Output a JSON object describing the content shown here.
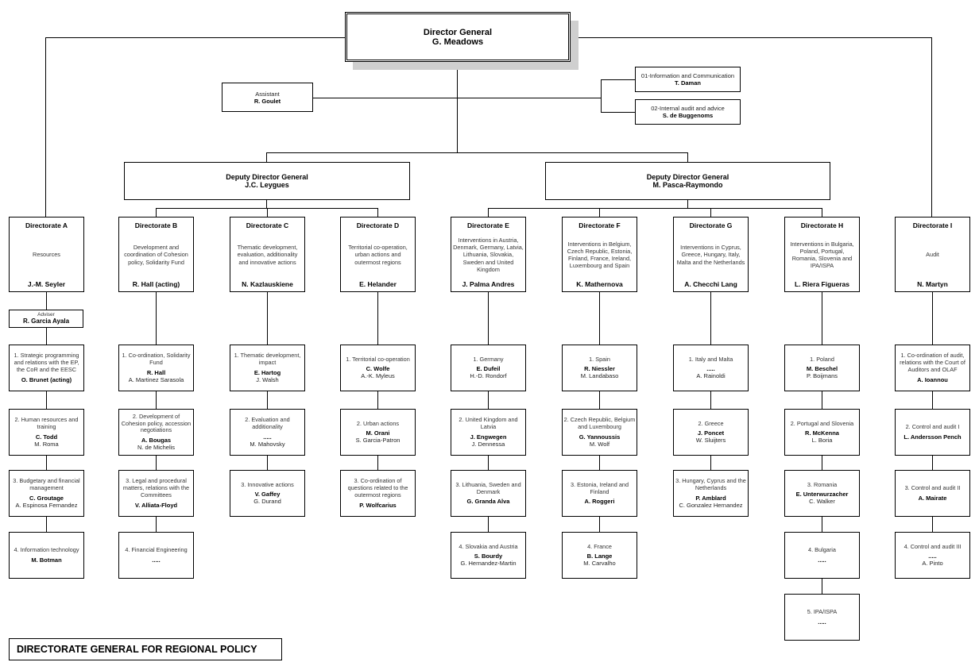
{
  "director_general": {
    "title": "Director General",
    "name": "G. Meadows"
  },
  "assistant": {
    "title": "Assistant",
    "name": "R. Goulet"
  },
  "staff_units": [
    {
      "title": "01-Information and Communication",
      "name": "T. Daman"
    },
    {
      "title": "02-Internal audit and advice",
      "name": "S. de Buggenoms"
    }
  ],
  "deputies": [
    {
      "title": "Deputy Director General",
      "name": "J.C. Leygues"
    },
    {
      "title": "Deputy Director General",
      "name": "M. Pasca-Raymondo"
    }
  ],
  "adviser": {
    "title": "Adviser",
    "name": "R. Garcia Ayala"
  },
  "directorates": [
    {
      "id": "A",
      "name": "Directorate A",
      "description": "Resources",
      "head": "J.-M. Seyler",
      "units": [
        {
          "title": "1. Strategic programming and relations with the EP, the CoR and the EESC",
          "head": "O. Brunet (acting)",
          "deputy": ""
        },
        {
          "title": "2. Human resources and training",
          "head": "C. Todd",
          "deputy": "M. Roma"
        },
        {
          "title": "3. Budgetary and financial management",
          "head": "C. Groutage",
          "deputy": "A. Espinosa Fernandez"
        },
        {
          "title": "4. Information technology",
          "head": "M. Botman",
          "deputy": ""
        }
      ]
    },
    {
      "id": "B",
      "name": "Directorate B",
      "description": "Development and coordination of Cohesion policy, Solidarity Fund",
      "head": "R. Hall (acting)",
      "units": [
        {
          "title": "1. Co-ordination, Solidarity Fund",
          "head": "R. Hall",
          "deputy": "A. Martinez Sarasola"
        },
        {
          "title": "2. Development of Cohesion policy, accession negotiations",
          "head": "A. Bougas",
          "deputy": "N. de Michelis"
        },
        {
          "title": "3. Legal and procedural matters, relations with the Committees",
          "head": "V. Alliata-Floyd",
          "deputy": ""
        },
        {
          "title": "4. Financial Engineering",
          "head": ".....",
          "deputy": ""
        }
      ]
    },
    {
      "id": "C",
      "name": "Directorate C",
      "description": "Thematic development, evaluation, additionality and innovative actions",
      "head": "N. Kazlauskiene",
      "units": [
        {
          "title": "1. Thematic development, impact",
          "head": "E. Hartog",
          "deputy": "J. Walsh"
        },
        {
          "title": "2. Evaluation and additionality",
          "head": ".....",
          "deputy": "M. Mahovsky"
        },
        {
          "title": "3. Innovative actions",
          "head": "V. Gaffey",
          "deputy": "G. Durand"
        }
      ]
    },
    {
      "id": "D",
      "name": "Directorate D",
      "description": "Territorial co-operation, urban actions and outermost regions",
      "head": "E. Helander",
      "units": [
        {
          "title": "1. Territorial co-operation",
          "head": "C. Wolfe",
          "deputy": "A.-K. Myleus"
        },
        {
          "title": "2. Urban actions",
          "head": "M. Orani",
          "deputy": "S. Garcia-Patron"
        },
        {
          "title": "3. Co-ordination of questions related to the outermost regions",
          "head": "P. Wolfcarius",
          "deputy": ""
        }
      ]
    },
    {
      "id": "E",
      "name": "Directorate E",
      "description": "Interventions in Austria, Denmark, Germany, Latvia, Lithuania, Slovakia, Sweden and United Kingdom",
      "head": "J. Palma Andres",
      "units": [
        {
          "title": "1. Germany",
          "head": "E. Dufeil",
          "deputy": "H.-D. Rondorf"
        },
        {
          "title": "2. United Kingdom and Latvia",
          "head": "J. Engwegen",
          "deputy": "J. Dennessa"
        },
        {
          "title": "3. Lithuania, Sweden and Denmark",
          "head": "G. Granda Alva",
          "deputy": ""
        },
        {
          "title": "4. Slovakia and Austria",
          "head": "S. Bourdy",
          "deputy": "G. Hernandez-Martin"
        }
      ]
    },
    {
      "id": "F",
      "name": "Directorate F",
      "description": "Interventions in Belgium, Czech Republic, Estonia, Finland, France, Ireland, Luxembourg and Spain",
      "head": "K. Mathernova",
      "units": [
        {
          "title": "1. Spain",
          "head": "R. Niessler",
          "deputy": "M. Landabaso"
        },
        {
          "title": "2. Czech Republic, Belgium and Luxembourg",
          "head": "G. Yannoussis",
          "deputy": "M. Wolf"
        },
        {
          "title": "3. Estonia, Ireland and Finland",
          "head": "A. Roggeri",
          "deputy": ""
        },
        {
          "title": "4. France",
          "head": "B. Lange",
          "deputy": "M. Carvalho"
        }
      ]
    },
    {
      "id": "G",
      "name": "Directorate G",
      "description": "Interventions in Cyprus, Greece, Hungary, Italy, Malta and the Netherlands",
      "head": "A. Checchi Lang",
      "units": [
        {
          "title": "1. Italy and Malta",
          "head": ".....",
          "deputy": "A. Rainoldi"
        },
        {
          "title": "2. Greece",
          "head": "J. Poncet",
          "deputy": "W. Sluijters"
        },
        {
          "title": "3. Hungary, Cyprus and the Netherlands",
          "head": "P. Amblard",
          "deputy": "C. Gonzalez Hernandez"
        }
      ]
    },
    {
      "id": "H",
      "name": "Directorate H",
      "description": "Interventions in Bulgaria, Poland, Portugal, Romania, Slovenia and IPA/ISPA",
      "head": "L. Riera Figueras",
      "units": [
        {
          "title": "1. Poland",
          "head": "M. Beschel",
          "deputy": "P. Boijmans"
        },
        {
          "title": "2. Portugal and Slovenia",
          "head": "R. McKenna",
          "deputy": "L. Boria"
        },
        {
          "title": "3. Romania",
          "head": "E. Unterwurzacher",
          "deputy": "C. Walker"
        },
        {
          "title": "4. Bulgaria",
          "head": ".....",
          "deputy": ""
        },
        {
          "title": "5. IPA/ISPA",
          "head": ".....",
          "deputy": ""
        }
      ]
    },
    {
      "id": "I",
      "name": "Directorate I",
      "description": "Audit",
      "head": "N. Martyn",
      "units": [
        {
          "title": "1. Co-ordination of audit, relations with the Court of Auditors and OLAF",
          "head": "A. Ioannou",
          "deputy": ""
        },
        {
          "title": "2. Control and audit I",
          "head": "L. Andersson Pench",
          "deputy": ""
        },
        {
          "title": "3. Control and audit II",
          "head": "A. Mairate",
          "deputy": ""
        },
        {
          "title": "4. Control and audit III",
          "head": ".....",
          "deputy": "A. Pinto"
        }
      ]
    }
  ],
  "footer": {
    "title": "DIRECTORATE GENERAL FOR REGIONAL POLICY"
  }
}
